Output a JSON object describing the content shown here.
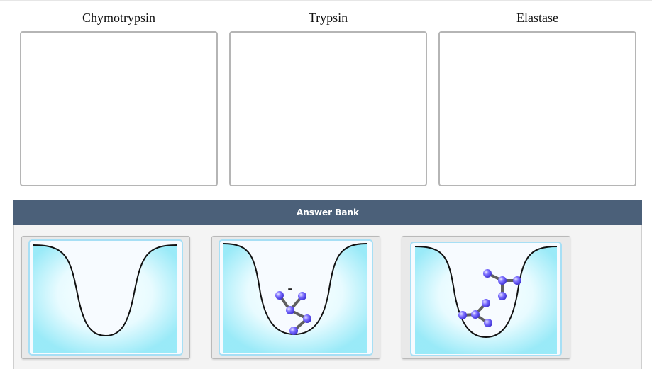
{
  "categories": [
    {
      "title": "Chymotrypsin"
    },
    {
      "title": "Trypsin"
    },
    {
      "title": "Elastase"
    }
  ],
  "answer_bank": {
    "title": "Answer Bank",
    "items": [
      {
        "image": "empty-specificity-pocket"
      },
      {
        "image": "negatively-charged-pocket-with-substrate"
      },
      {
        "image": "hydrophobic-pocket-with-substrate"
      }
    ]
  },
  "charge_symbol": "–",
  "colors": {
    "header": "#4b6079",
    "pocket_fill": "#aef0f8",
    "atom": "#6a5cff",
    "bond": "#5f5f5f"
  }
}
